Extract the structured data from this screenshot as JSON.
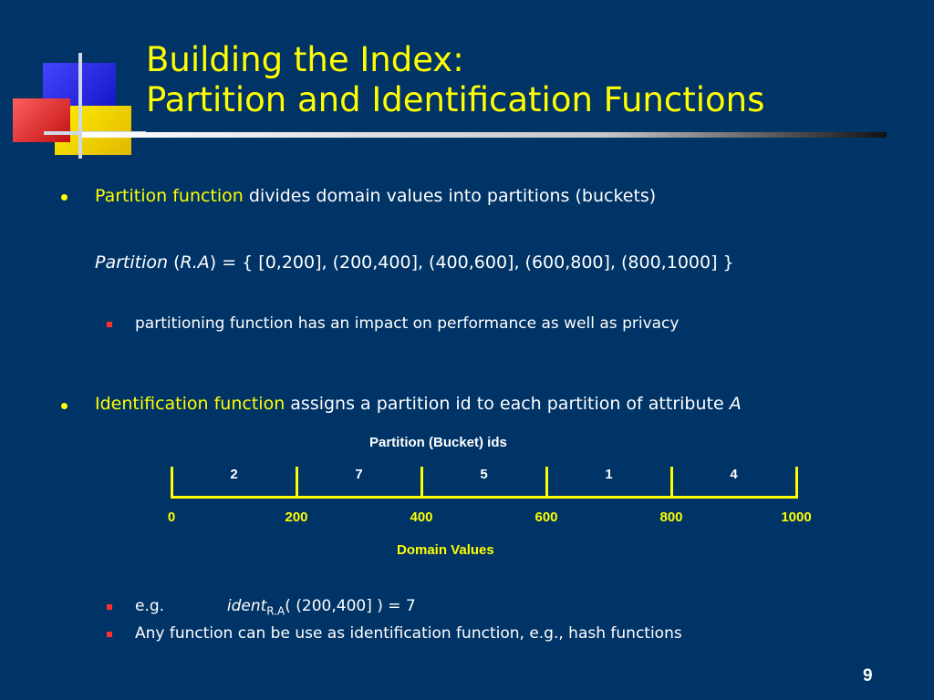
{
  "title": {
    "line1": "Building the Index:",
    "line2": "Partition and Identification Functions"
  },
  "bullet1": {
    "highlight": "Partition function",
    "rest": " divides domain values into partitions (buckets)"
  },
  "partition_def": {
    "fn": "Partition",
    "open": " (",
    "arg": "R.A",
    "rest": ") = { [0,200], (200,400], (400,600], (600,800], (800,1000] }"
  },
  "sub1": "partitioning function has an impact on performance as well as privacy",
  "bullet2": {
    "highlight": "Identification function",
    "rest": " assigns a partition id to each partition of attribute ",
    "attr": "A"
  },
  "diagram": {
    "top_label": "Partition (Bucket) ids",
    "bucket_ids": [
      "2",
      "7",
      "5",
      "1",
      "4"
    ],
    "domain_values": [
      "0",
      "200",
      "400",
      "600",
      "800",
      "1000"
    ],
    "bottom_label": "Domain Values",
    "accent_color": "#ffff00"
  },
  "sub2": {
    "prefix": "e.g.",
    "fn": "ident",
    "subscript": "R.A",
    "rest": "( (200,400] ) = 7"
  },
  "sub3": "Any function can be use as identification function, e.g., hash functions",
  "page_number": "9"
}
